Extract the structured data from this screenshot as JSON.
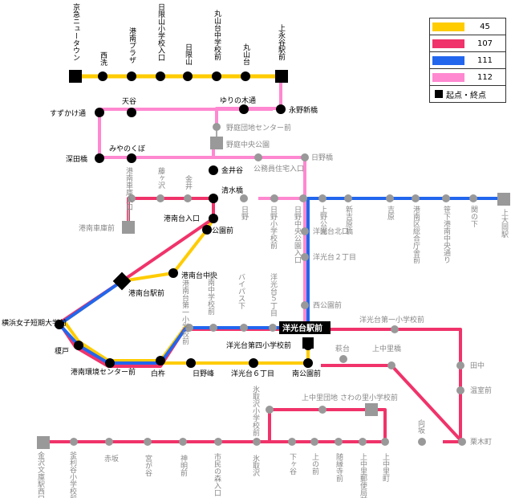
{
  "colors": {
    "route45": "#ffcc00",
    "route107": "#f0336a",
    "route111": "#2266ee",
    "route112": "#ff88d0",
    "terminal": "#000000",
    "inactive_terminal": "#999999"
  },
  "legend": {
    "routes": [
      {
        "label": "45",
        "color": "#ffcc00"
      },
      {
        "label": "107",
        "color": "#f0336a"
      },
      {
        "label": "111",
        "color": "#2266ee"
      },
      {
        "label": "112",
        "color": "#ff88d0"
      }
    ],
    "terminal_label": "起点・終点"
  },
  "stops": {
    "keikyu_newtown": "京急ニュータウン",
    "nishiarai": "西洗",
    "konan_plaza": "港南プラザ",
    "hino_yama_elem": "日限山小学校入口",
    "hino_yama": "日限山",
    "maruyamadai_jhs": "丸山台中学校前",
    "maruyamadai": "丸山台",
    "kaminagaya": "上永谷駅前",
    "suzukake": "すずかけ通",
    "tenya": "天谷",
    "yurinoki": "ゆりの木通",
    "nagano_shinbashi": "永野新橋",
    "noba_center": "野庭団地センター前",
    "noba_chuo_park": "野庭中央公園",
    "fukadabashi": "深田橋",
    "miyanokubo": "みやのくぼ",
    "hinobashi": "日野橋",
    "konan_shako": "港南車庫入口",
    "fujigasawa": "藤ヶ沢",
    "kanei": "金井",
    "kaneiya": "金井谷",
    "koumuin": "公務員住宅入口",
    "shimizubashi": "清水橋",
    "hino": "日野",
    "hino_elem": "日野小学校前",
    "hino_chuo_park": "日野中央公園入口",
    "kamino_koen": "上野公園",
    "shin_yoshiwara": "新吉原橋",
    "yoshiwara": "吉原",
    "konan_office": "港南区総合庁舎前",
    "sasage_konan": "笹下港南中央通り",
    "sekinoshita": "関の下",
    "kamiooka": "上大岡駅",
    "konan_shako_mae": "港南車庫前",
    "konandai_iriguchi": "港南台入口",
    "koenmae": "公園前",
    "konandai_chuo": "港南台中央",
    "konandai_station": "港南台駅前",
    "yokohama_joshi": "横浜女子短期大学前",
    "kosaido": "榎戸",
    "konan_kankyo": "港南環境センター前",
    "shirakabe": "白杵",
    "hinomine": "日野峰",
    "koyodai_6": "洋光台６丁目",
    "minami_koen": "南公園前",
    "koyodai_station": "洋光台駅前",
    "koyodai_no4": "洋光台第四小学校前",
    "koyodai_kita": "洋光台北口",
    "koyodai_2": "洋光台２丁目",
    "nishi_koen": "西公園前",
    "koyodai_no1": "洋光台第一小学校前",
    "konandai_no1": "港南台第一小学校前",
    "konan_chugaku": "港南中学校前",
    "bypass": "バイパス下",
    "koyodai_5": "洋光台５丁目",
    "hagidai": "萩台",
    "kaminakazato_bashi": "上中里橋",
    "tanaka": "田中",
    "onsenmae": "温室前",
    "kuriki": "栗木町",
    "kanazawa_bunko": "金沢文庫駅西口",
    "kanazawa_kosha": "釜利谷小学校前東",
    "akasaka": "赤坂",
    "miyagaya": "宮が谷",
    "shinmei": "神明前",
    "shiminnomori": "市民の森入口",
    "hakitori": "氷取沢",
    "hakitori_elem": "氷取沢小学校前",
    "kaminakazato_danchi": "上中里団地",
    "sawanosato": "さわの里小学校前",
    "mukaisaka": "向坂",
    "shimogaya": "下ヶ谷",
    "kaminomae": "上の前",
    "zuienji": "随縁寺前",
    "yubinkyoku": "上中里郵便局前",
    "kaminakazato_cho": "上中里町"
  }
}
